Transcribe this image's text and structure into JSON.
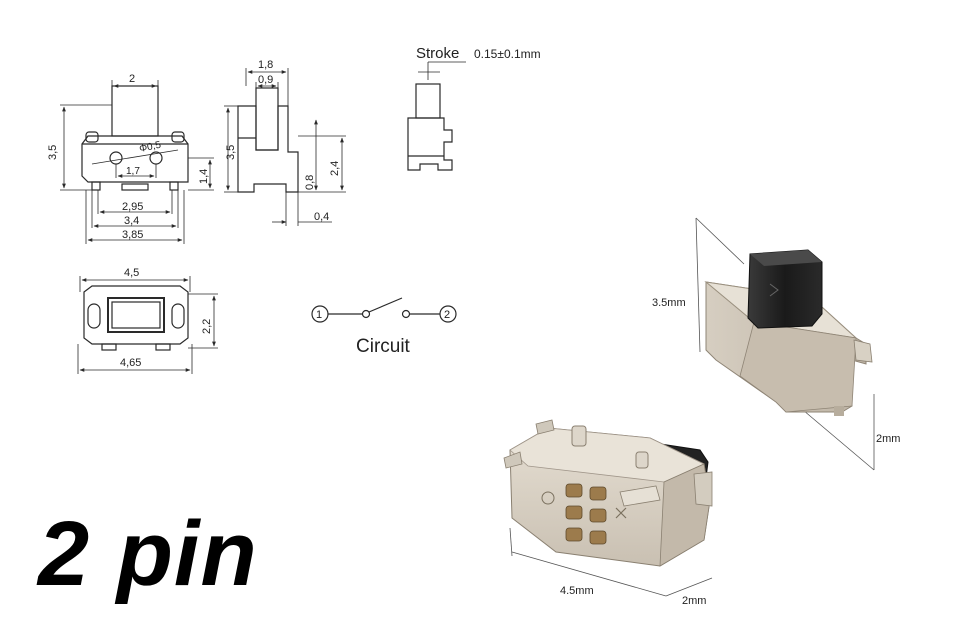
{
  "drawings": {
    "front_view": {
      "top_width": "2",
      "height": "3,5",
      "hole_dia": "Φ0,5",
      "pin_height": "1,4",
      "hole_pitch": "1,7",
      "w1": "2,95",
      "w2": "3,4",
      "w3": "3,85"
    },
    "side_view": {
      "w_outer": "1,8",
      "w_inner": "0,9",
      "height": "3,5",
      "h_upper": "2,4",
      "h_lower": "0,8",
      "pad": "0,4"
    },
    "stroke": {
      "label": "Stroke",
      "value": "0.15±0.1mm"
    },
    "bottom_view": {
      "width_top": "4,5",
      "width_bottom": "4,65",
      "depth": "2,2"
    },
    "circuit": {
      "label": "Circuit",
      "pin1": "1",
      "pin2": "2"
    }
  },
  "photos": {
    "top_height": "3.5mm",
    "top_depth": "2mm",
    "bottom_width": "4.5mm",
    "bottom_depth": "2mm"
  },
  "title": "2 pin",
  "colors": {
    "line": "#2a2a2a",
    "body_beige": "#d9d2c6",
    "actuator_black": "#1e1e1e",
    "metal": "#cfc9bd"
  }
}
